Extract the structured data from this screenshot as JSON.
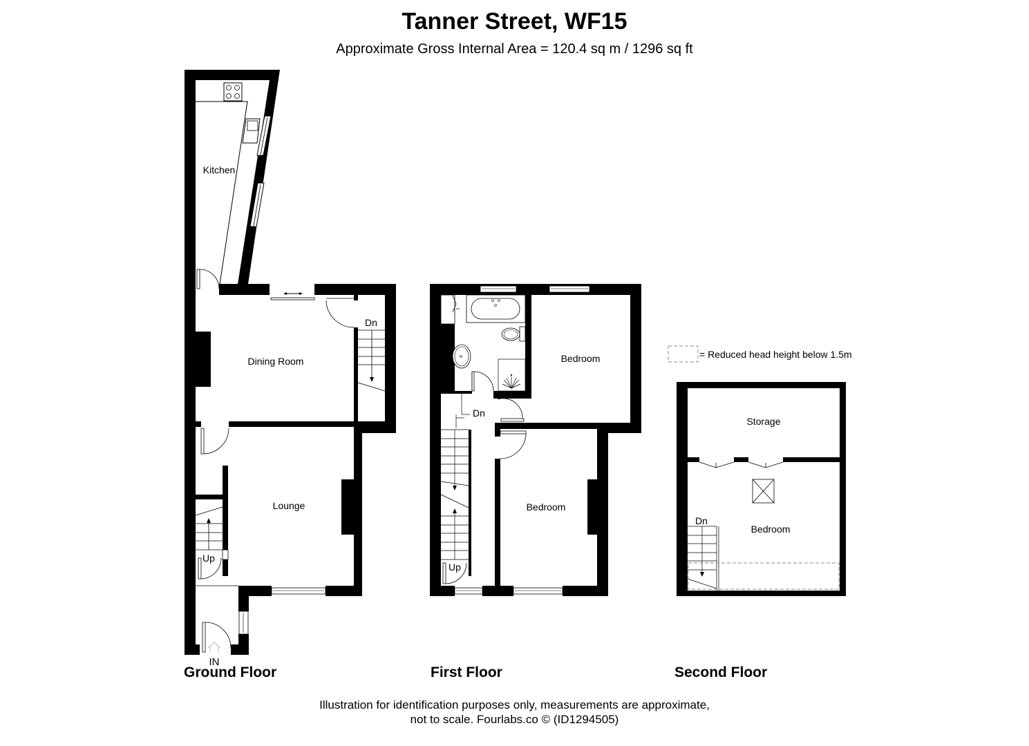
{
  "header": {
    "title": "Tanner Street, WF15",
    "subtitle": "Approximate Gross Internal Area = 120.4 sq m / 1296 sq ft"
  },
  "legend": {
    "reduced_head_height": "= Reduced head height below 1.5m"
  },
  "floors": {
    "ground": {
      "label": "Ground Floor",
      "rooms": {
        "kitchen": "Kitchen",
        "dining_room": "Dining Room",
        "lounge": "Lounge"
      },
      "stairs_down": "Dn",
      "stairs_up": "Up",
      "entrance": "IN"
    },
    "first": {
      "label": "First Floor",
      "rooms": {
        "bedroom_rear": "Bedroom",
        "bedroom_front": "Bedroom"
      },
      "stairs_down": "Dn",
      "stairs_up": "Up"
    },
    "second": {
      "label": "Second Floor",
      "rooms": {
        "storage": "Storage",
        "bedroom": "Bedroom"
      },
      "stairs_down": "Dn"
    }
  },
  "footer": {
    "line1": "Illustration for identification purposes only, measurements are approximate,",
    "line2": "not to scale. Fourlabs.co © (ID1294505)"
  }
}
